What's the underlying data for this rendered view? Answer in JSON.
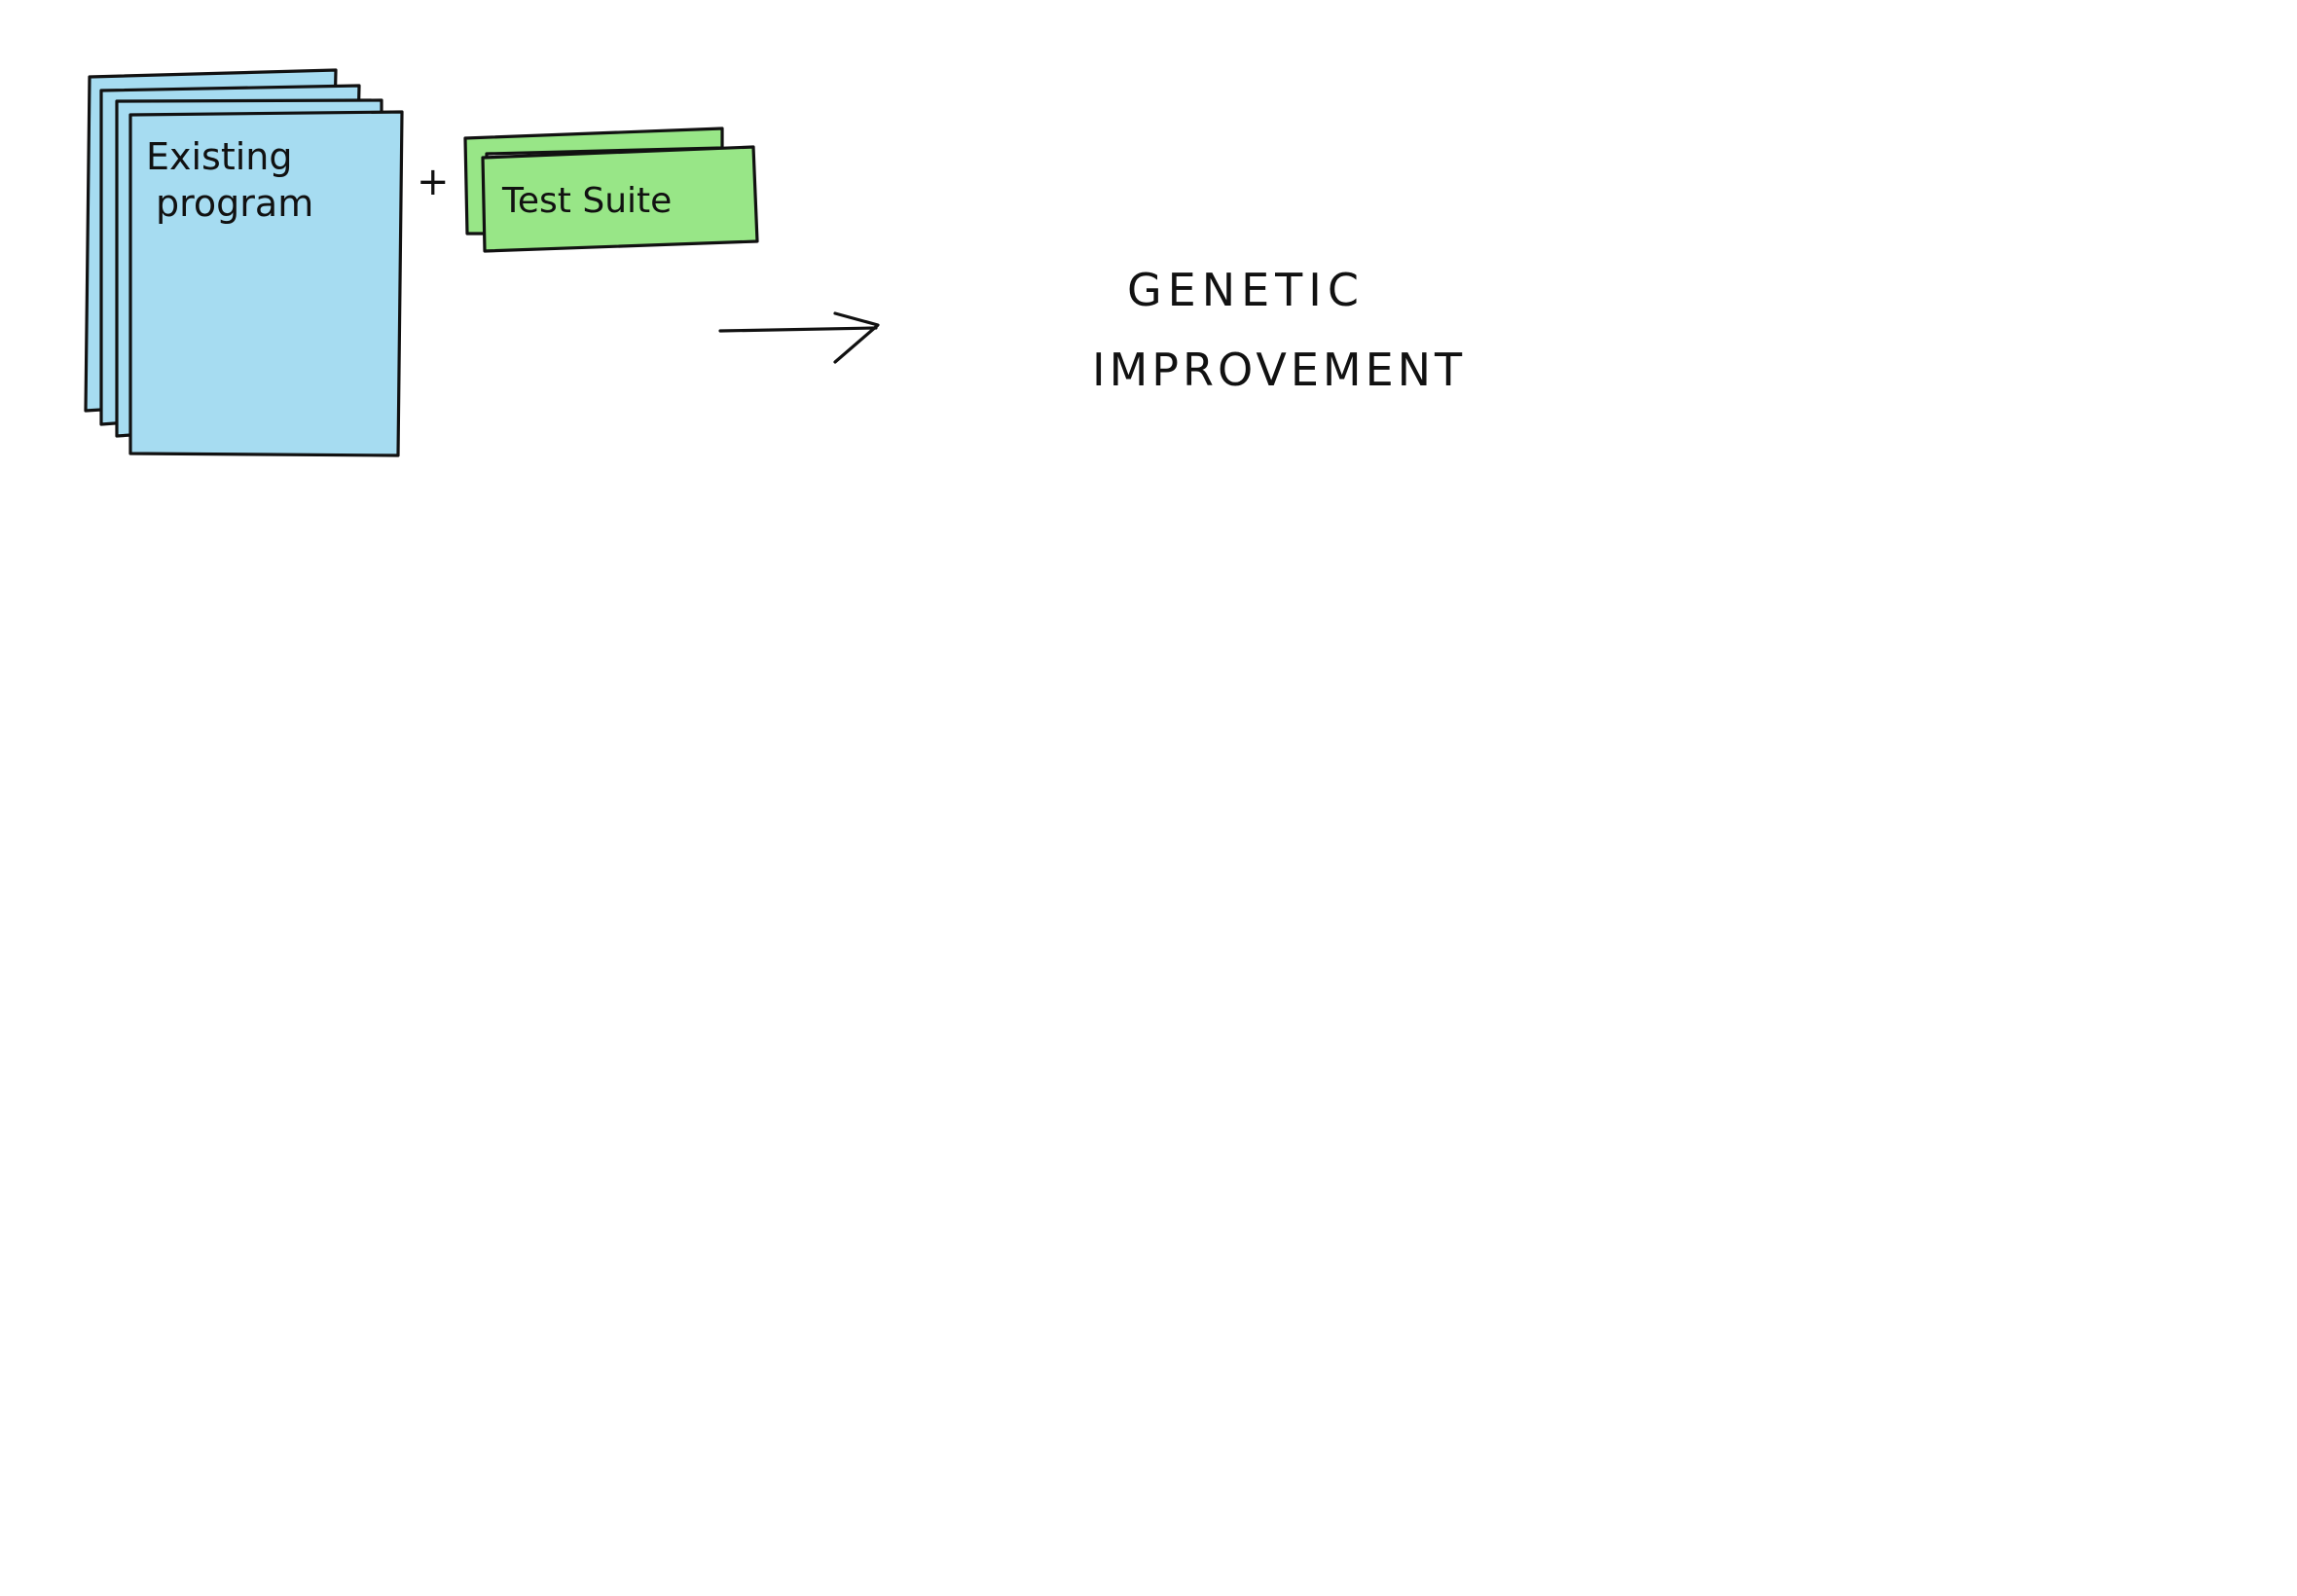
{
  "colors": {
    "program_fill": "#a6dcf1",
    "test_fill": "#98e687",
    "ink": "#111111",
    "background": "#ffffff"
  },
  "diagram": {
    "program_label_line1": "Existing",
    "program_label_line2": "program",
    "plus": "+",
    "test_label": "Test Suite",
    "result_line1": "GENETIC",
    "result_line2": "IMPROVEMENT"
  }
}
